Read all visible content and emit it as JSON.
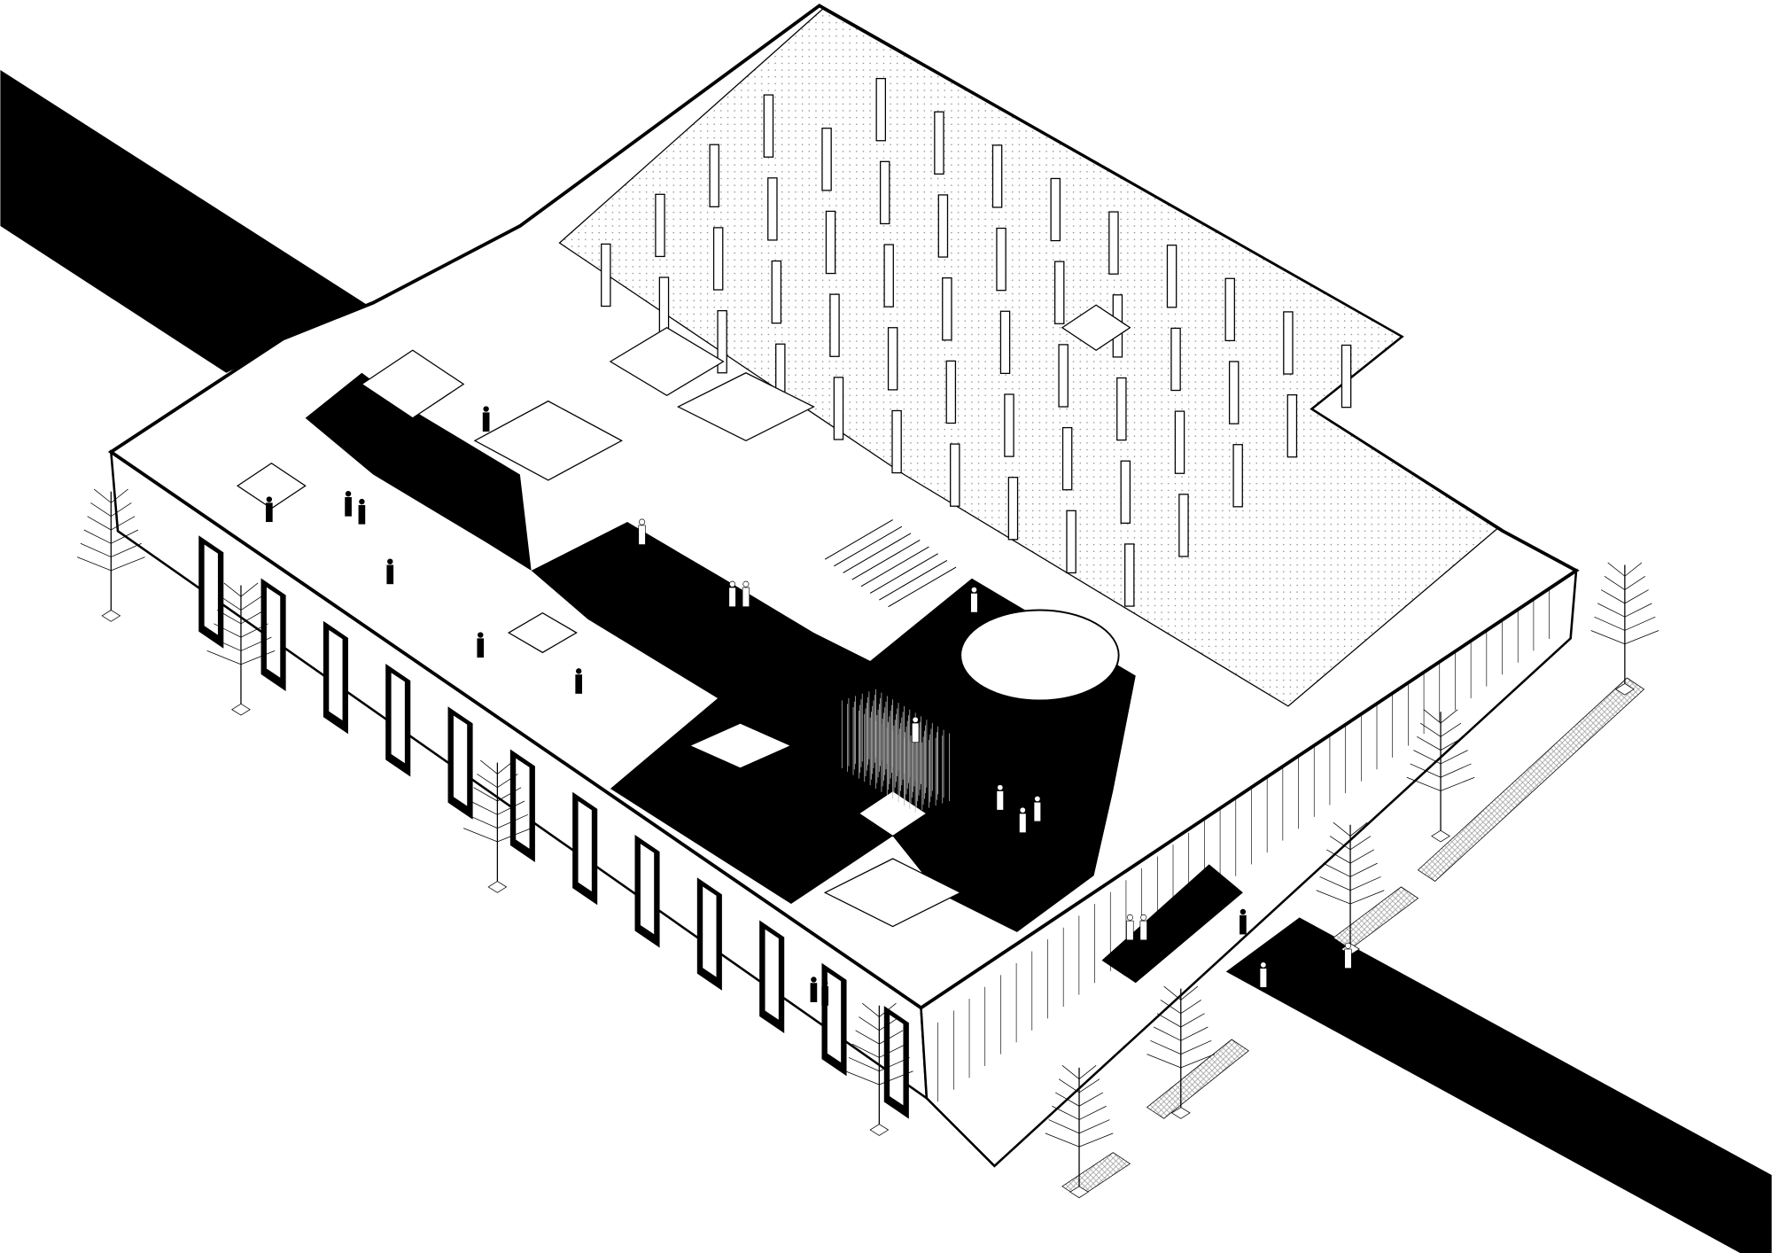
{
  "drawing": {
    "colors": {
      "ink": "#000000",
      "paper": "#ffffff",
      "dot_fill": "#8a8a8a",
      "paving": "#9a9a9a"
    },
    "elements": [
      "road",
      "building",
      "exhibition-hall",
      "empty-hall",
      "trees",
      "people"
    ]
  }
}
